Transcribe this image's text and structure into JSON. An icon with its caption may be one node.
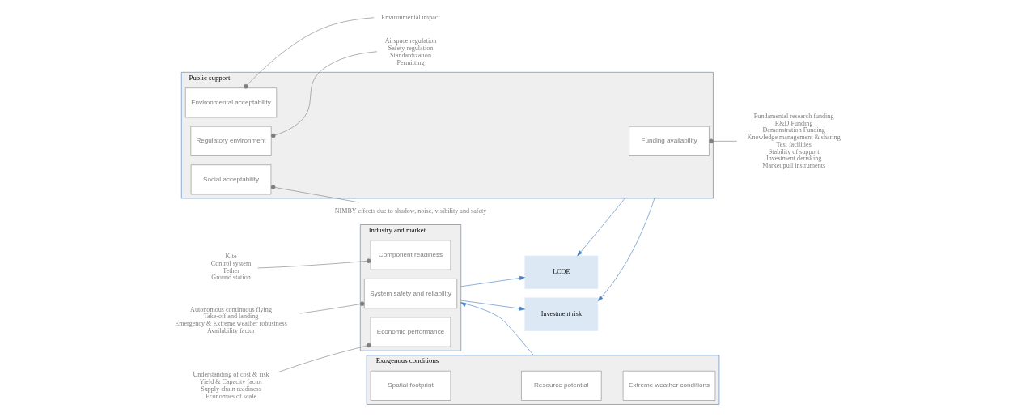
{
  "diagram": {
    "nodes": [
      {
        "text": [
          "Industry and market"
        ]
      },
      {
        "text": [
          "Component readiness"
        ],
        "in": 0
      },
      {
        "text": [
          "System safety and reliability"
        ],
        "in": 0
      },
      {
        "text": [
          "Economic performance"
        ],
        "in": 0
      },
      {
        "text": [
          "Investment risk"
        ]
      },
      {
        "text": [
          "LCOE"
        ]
      },
      {
        "text": [
          "Public support"
        ]
      },
      {
        "text": [
          "Social acceptability"
        ],
        "in": 6
      },
      {
        "text": [
          "Environmental acceptability"
        ],
        "in": 6
      },
      {
        "text": [
          "Funding availability"
        ],
        "in": 6
      },
      {
        "text": [
          "Regulatory environment"
        ],
        "in": 6
      },
      {
        "text": [
          "Exogenous conditions"
        ]
      },
      {
        "text": [
          "Spatial footprint"
        ],
        "in": 11
      },
      {
        "text": [
          "Resource potential"
        ],
        "in": 11
      },
      {
        "text": [
          "Extreme weather conditions"
        ],
        "in": 11
      },
      {
        "text": [
          "Kite",
          "Control system",
          "Tether",
          "Ground station"
        ]
      },
      {
        "text": [
          "Autonomous continuous flying",
          "Take-off and landing",
          "Emergency & Extreme weather robustness",
          "Availability factor"
        ]
      },
      {
        "text": [
          "Understanding of cost & risk",
          "Yield & Capacity factor",
          "Supply chain readiness",
          "Economies of scale"
        ]
      },
      {
        "text": [
          "NIMBY effects due to shadow, noise, visibility and safety"
        ]
      },
      {
        "text": [
          "Environmental impact"
        ]
      },
      {
        "text": [
          "Fundamental research funding",
          "R&D Funding",
          "Demonstration Funding",
          "Knowledge management & sharing",
          "Test facilities",
          "Stability of support",
          "Investment derisking",
          "Market pull instruments"
        ]
      },
      {
        "text": [
          "Airspace regulation",
          "Safety regulation",
          "Standardization",
          "Permitting"
        ]
      }
    ],
    "edges": [
      {
        "from": 0,
        "to": 4,
        "arrow": "to",
        "color": "#4a7fc1"
      },
      {
        "from": 0,
        "to": 5,
        "arrow": "to",
        "color": "#4a7fc1"
      },
      {
        "from": 6,
        "to": 4,
        "arrow": "to",
        "color": "#4a7fc1"
      },
      {
        "from": 6,
        "to": 5,
        "arrow": "to",
        "color": "#4a7fc1"
      },
      {
        "from": 11,
        "to": 0,
        "arrow": "to",
        "color": "#4a7fc1"
      },
      {
        "from": 1,
        "to": 15,
        "arrow": "other"
      },
      {
        "from": 2,
        "to": 16,
        "arrow": "other"
      },
      {
        "from": 3,
        "to": 17,
        "arrow": "other"
      },
      {
        "from": 7,
        "to": 18,
        "arrow": "other"
      },
      {
        "from": 8,
        "to": 19,
        "arrow": "other"
      },
      {
        "from": 9,
        "to": 20,
        "arrow": "other"
      },
      {
        "from": 10,
        "to": 21,
        "arrow": "other"
      }
    ]
  }
}
